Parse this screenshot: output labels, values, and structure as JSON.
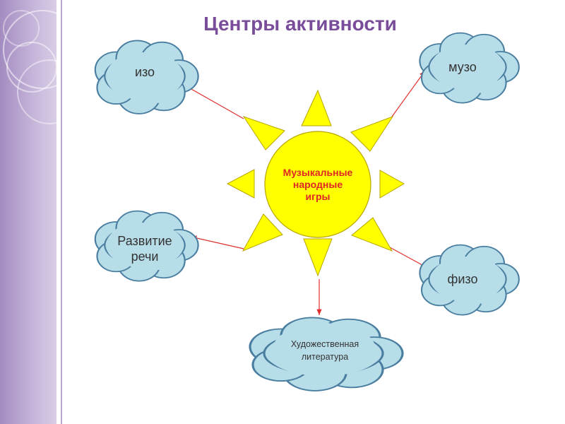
{
  "title": "Центры активности",
  "center": {
    "line1": "Музыкальные",
    "line2": "народные",
    "line3": "игры"
  },
  "clouds": {
    "izo": "изо",
    "muzo": "музо",
    "rech_line1": "Развитие",
    "rech_line2": "речи",
    "fizo": "физо",
    "lit_line1": "Художественная",
    "lit_line2": "литература"
  },
  "colors": {
    "sun": "#ffff00",
    "sun_stroke": "#b8a400",
    "cloud": "#b7dde8",
    "cloud_stroke": "#4a7ea0",
    "arrow": "#e03030",
    "title": "#7a4d9a",
    "center_text": "#e02626",
    "sidebar": "#b9a5d0"
  }
}
